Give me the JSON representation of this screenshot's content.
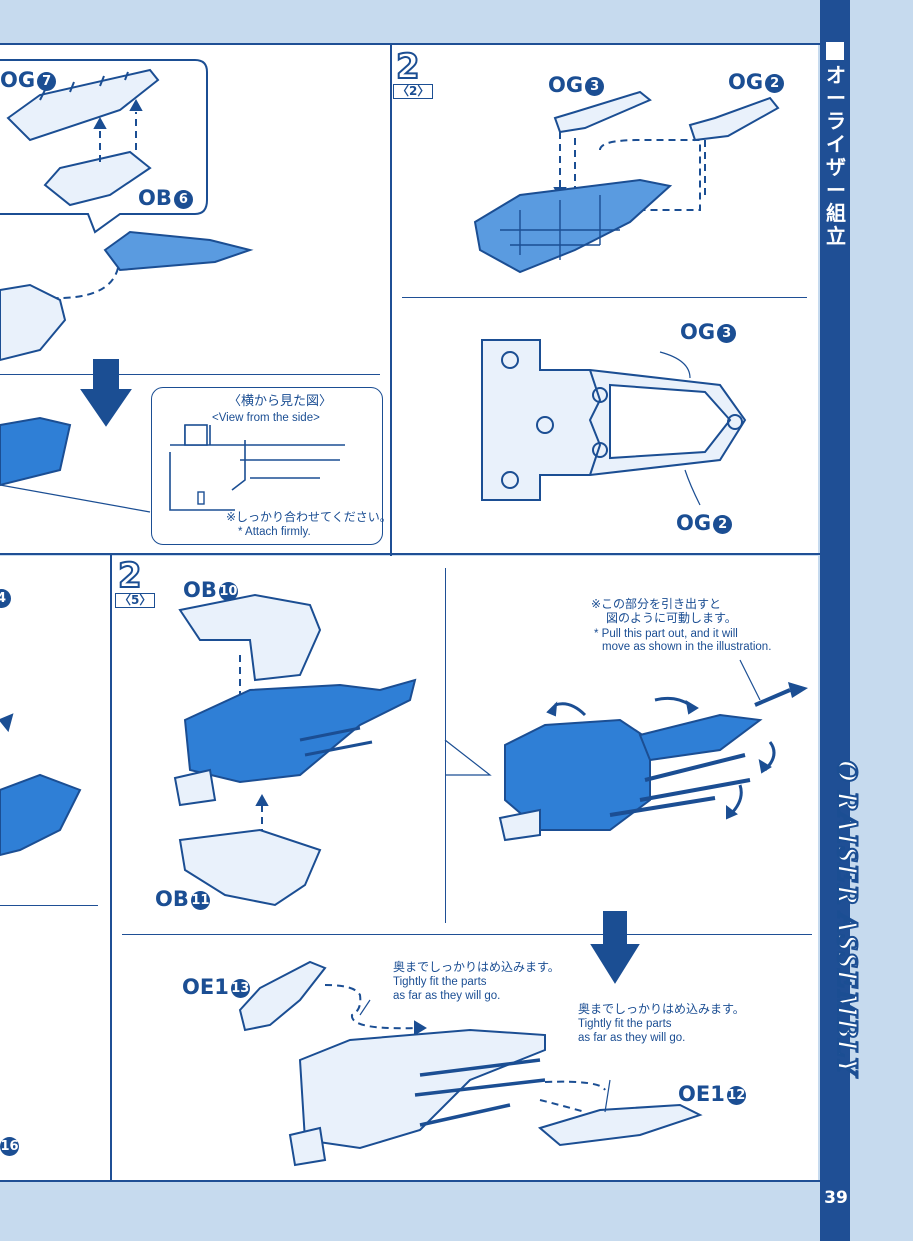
{
  "colors": {
    "ink": "#1b4e93",
    "part_fill": "#2f7fd6",
    "part_light": "#e9f1fb",
    "panel_bg": "#ffffff",
    "page_bg": "#c6daee"
  },
  "sidebar": {
    "title_jp": "オーライザー組立",
    "title_en": "O RAISER ASSEMBLY",
    "page_number": "39"
  },
  "steps": {
    "top_left": {
      "part_top": "OG",
      "part_top_num": "7",
      "part_bottom": "OB",
      "part_bottom_num": "6"
    },
    "side_view": {
      "title_jp": "〈横から見た図〉",
      "title_en": "<View from the side>",
      "note_jp": "※しっかり合わせてください。",
      "note_en": "* Attach firmly."
    },
    "top_right": {
      "step": "2",
      "sub": "〈2〉",
      "part_a": "OG",
      "part_a_num": "3",
      "part_b": "OG",
      "part_b_num": "2"
    },
    "mid_right": {
      "part_a": "OG",
      "part_a_num": "3",
      "part_b": "OG",
      "part_b_num": "2"
    },
    "bottom_left": {
      "num_top": "4",
      "num_bottom": "16"
    },
    "bottom_center": {
      "step": "2",
      "sub": "〈5〉",
      "part_top": "OB",
      "part_top_num": "10",
      "part_bottom": "OB",
      "part_bottom_num": "11"
    },
    "movable": {
      "note_jp_1": "※この部分を引き出すと",
      "note_jp_2": "図のように可動します。",
      "note_en_1": "* Pull this part out, and it will",
      "note_en_2": "move as shown in the illustration."
    },
    "bottom_right": {
      "part_a": "OE1",
      "part_a_num": "13",
      "part_b": "OE1",
      "part_b_num": "12",
      "note1_jp": "奥までしっかりはめ込みます。",
      "note1_en_1": "Tightly fit the parts",
      "note1_en_2": "as far as they will go.",
      "note2_jp": "奥までしっかりはめ込みます。",
      "note2_en_1": "Tightly fit the parts",
      "note2_en_2": "as far as they will go."
    }
  }
}
